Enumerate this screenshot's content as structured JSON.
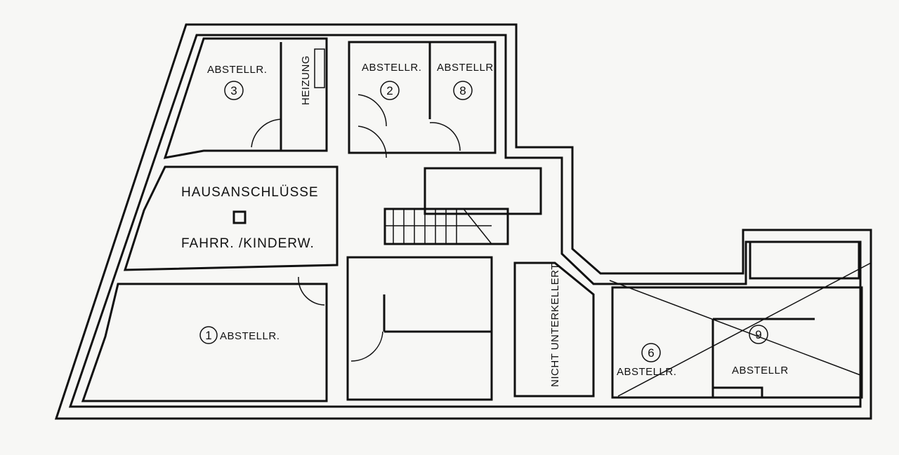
{
  "rooms": {
    "room3": {
      "label": "ABSTELLR.",
      "number": "3"
    },
    "heizung": {
      "label": "HEIZUNG"
    },
    "room2": {
      "label": "ABSTELLR.",
      "number": "2"
    },
    "room8": {
      "label": "ABSTELLR.",
      "number": "8"
    },
    "hall": {
      "label1": "HAUSANSCHLÜSSE",
      "label2": "FAHRR. /KINDERW."
    },
    "room1": {
      "label": "ABSTELLR.",
      "number": "1"
    },
    "nicht": {
      "label": "NICHT UNTERKELLERT"
    },
    "room6": {
      "label": "ABSTELLR.",
      "number": "6"
    },
    "room9": {
      "label": "ABSTELLR",
      "number": "9"
    }
  }
}
